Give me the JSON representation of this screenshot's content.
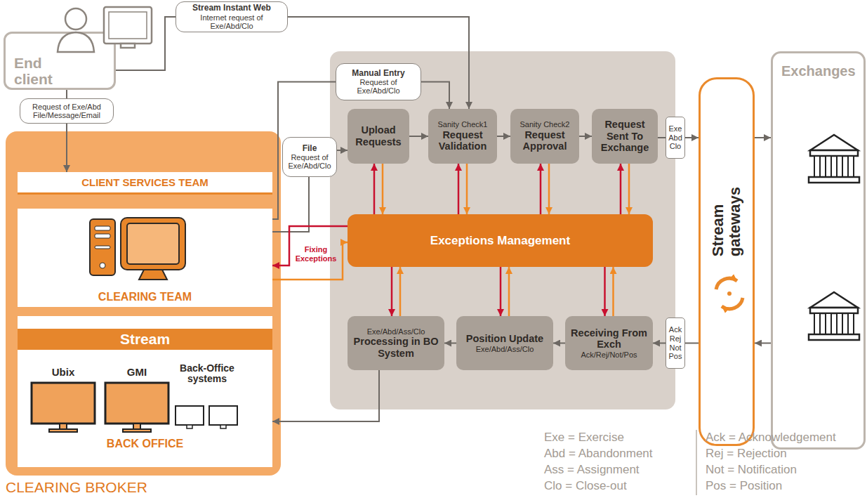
{
  "diagram": {
    "nodes": [
      {
        "text": [
          "End client"
        ]
      },
      {
        "text": [
          "Stream Instant Web",
          "Internet request of Exe/Abd/Clo"
        ]
      },
      {
        "text": [
          "Request of Exe/Abd File/Message/Email"
        ]
      },
      {
        "text": [
          "CLEARING BROKER"
        ]
      },
      {
        "text": [
          "CLIENT SERVICES TEAM"
        ],
        "in": 3
      },
      {
        "text": [
          "CLEARING TEAM"
        ],
        "in": 3
      },
      {
        "text": [
          "BACK OFFICE"
        ],
        "in": 3
      },
      {
        "text": [
          "Stream"
        ],
        "in": 6
      },
      {
        "text": [
          "Ubix"
        ],
        "in": 6
      },
      {
        "text": [
          "GMI"
        ],
        "in": 6
      },
      {
        "text": [
          "Back-Office systems"
        ],
        "in": 6
      },
      {
        "text": [
          "Manual Entry",
          "Request of Exe/Abd/Clo"
        ]
      },
      {
        "text": [
          "File",
          "Request of Exe/Abd/Clo"
        ]
      },
      {
        "text": [
          "Upload Requests"
        ]
      },
      {
        "text": [
          "Sanity Check1",
          "Request Validation"
        ]
      },
      {
        "text": [
          "Sanity Check2",
          "Request Approval"
        ]
      },
      {
        "text": [
          "Request Sent To Exchange"
        ]
      },
      {
        "text": [
          "Exe Abd Clo"
        ]
      },
      {
        "text": [
          "Exceptions Management"
        ]
      },
      {
        "text": [
          "Exe/Abd/Ass/Clo",
          "Processing in BO System"
        ]
      },
      {
        "text": [
          "Position Update",
          "Exe/Abd/Ass/Clo"
        ]
      },
      {
        "text": [
          "Receiving From Exch",
          "Ack/Rej/Not/Pos"
        ]
      },
      {
        "text": [
          "Ack Rej Not Pos"
        ]
      },
      {
        "text": [
          "Stream gateways"
        ]
      },
      {
        "text": [
          "Exchanges"
        ]
      }
    ],
    "edges": [
      {
        "from": 0,
        "to": 1,
        "arrow": "none"
      },
      {
        "from": 1,
        "to": 14,
        "arrow": "to"
      },
      {
        "from": 0,
        "to": 2,
        "arrow": "none"
      },
      {
        "from": 2,
        "to": 4,
        "arrow": "to"
      },
      {
        "from": 5,
        "to": 11,
        "arrow": "none"
      },
      {
        "from": 11,
        "to": 14,
        "arrow": "to"
      },
      {
        "from": 5,
        "to": 12,
        "arrow": "none"
      },
      {
        "from": 12,
        "to": 13,
        "arrow": "to"
      },
      {
        "from": 13,
        "to": 14,
        "arrow": "to"
      },
      {
        "from": 14,
        "to": 15,
        "arrow": "to"
      },
      {
        "from": 15,
        "to": 16,
        "arrow": "to"
      },
      {
        "from": 16,
        "to": 17,
        "arrow": "none"
      },
      {
        "from": 17,
        "to": 23,
        "arrow": "to"
      },
      {
        "from": 23,
        "to": 24,
        "arrow": "to"
      },
      {
        "from": 24,
        "to": 23,
        "arrow": "to"
      },
      {
        "from": 23,
        "to": 22,
        "arrow": "none"
      },
      {
        "from": 22,
        "to": 21,
        "arrow": "to"
      },
      {
        "from": 21,
        "to": 20,
        "arrow": "to"
      },
      {
        "from": 20,
        "to": 19,
        "arrow": "to"
      },
      {
        "from": 19,
        "to": 6,
        "arrow": "to"
      },
      {
        "from": 18,
        "to": 13,
        "arrow": "to"
      },
      {
        "from": 13,
        "to": 18,
        "arrow": "to"
      },
      {
        "from": 18,
        "to": 14,
        "arrow": "to"
      },
      {
        "from": 14,
        "to": 18,
        "arrow": "to"
      },
      {
        "from": 18,
        "to": 15,
        "arrow": "to"
      },
      {
        "from": 15,
        "to": 18,
        "arrow": "to"
      },
      {
        "from": 18,
        "to": 16,
        "arrow": "to"
      },
      {
        "from": 16,
        "to": 18,
        "arrow": "to"
      },
      {
        "from": 18,
        "to": 19,
        "arrow": "to"
      },
      {
        "from": 19,
        "to": 18,
        "arrow": "to"
      },
      {
        "from": 18,
        "to": 20,
        "arrow": "to"
      },
      {
        "from": 20,
        "to": 18,
        "arrow": "to"
      },
      {
        "from": 18,
        "to": 21,
        "arrow": "to"
      },
      {
        "from": 21,
        "to": 18,
        "arrow": "to"
      },
      {
        "from": 18,
        "to": 5,
        "arrow": "to",
        "label": "Fixing Exceptions"
      },
      {
        "from": 5,
        "to": 18,
        "arrow": "to"
      }
    ],
    "legend": [
      {
        "text": "Exe = Exercise"
      },
      {
        "text": "Abd = Abandonment"
      },
      {
        "text": "Ass = Assignment"
      },
      {
        "text": "Clo = Close-out"
      },
      {
        "text": "Ack = Acknowledgement"
      },
      {
        "text": "Rej = Rejection"
      },
      {
        "text": "Not = Notification"
      },
      {
        "text": "Pos = Position"
      }
    ]
  }
}
